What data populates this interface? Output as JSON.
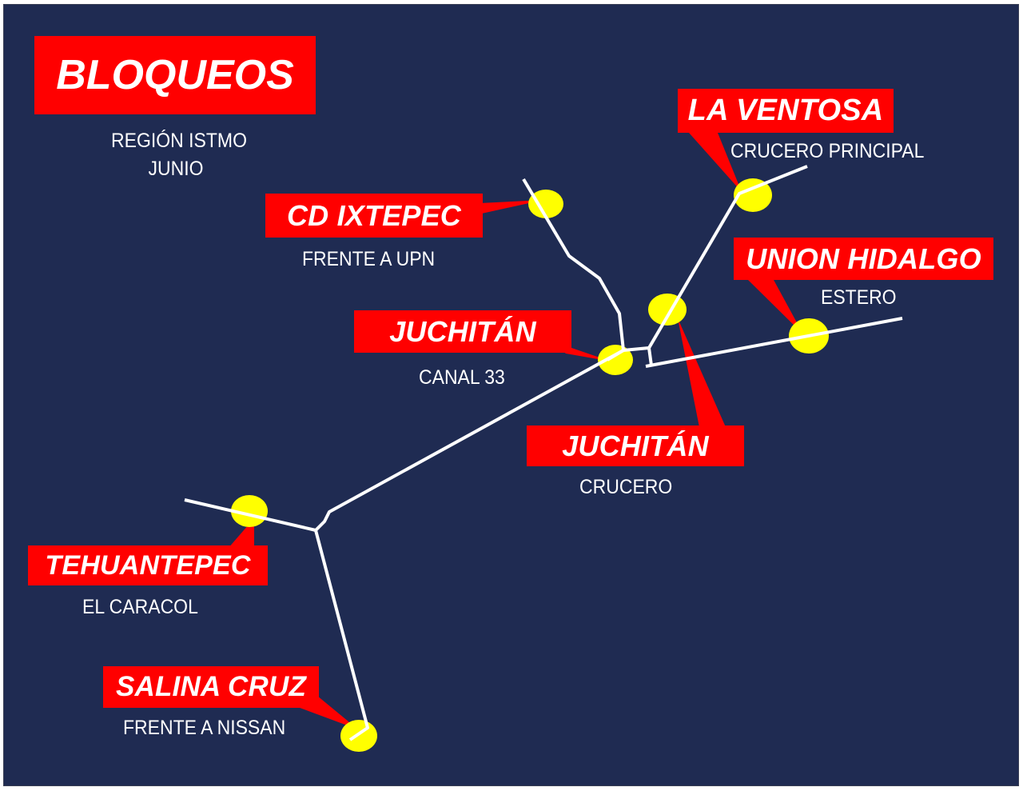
{
  "map": {
    "title": "BLOQUEOS",
    "region": "REGIÓN ISTMO",
    "month": "JUNIO",
    "colors": {
      "background": "#1f2b52",
      "label_box": "#ff0000",
      "label_text": "#ffffff",
      "marker": "#ffff00",
      "road": "#ffffff"
    },
    "blockades": [
      {
        "place": "LA VENTOSA",
        "location": "CRUCERO PRINCIPAL"
      },
      {
        "place": "CD IXTEPEC",
        "location": "FRENTE A UPN"
      },
      {
        "place": "UNION HIDALGO",
        "location": "ESTERO"
      },
      {
        "place": "JUCHITÁN",
        "location": "CANAL 33"
      },
      {
        "place": "JUCHITÁN",
        "location": "CRUCERO"
      },
      {
        "place": "TEHUANTEPEC",
        "location": "EL CARACOL"
      },
      {
        "place": "SALINA CRUZ",
        "location": "FRENTE A NISSAN"
      }
    ]
  }
}
